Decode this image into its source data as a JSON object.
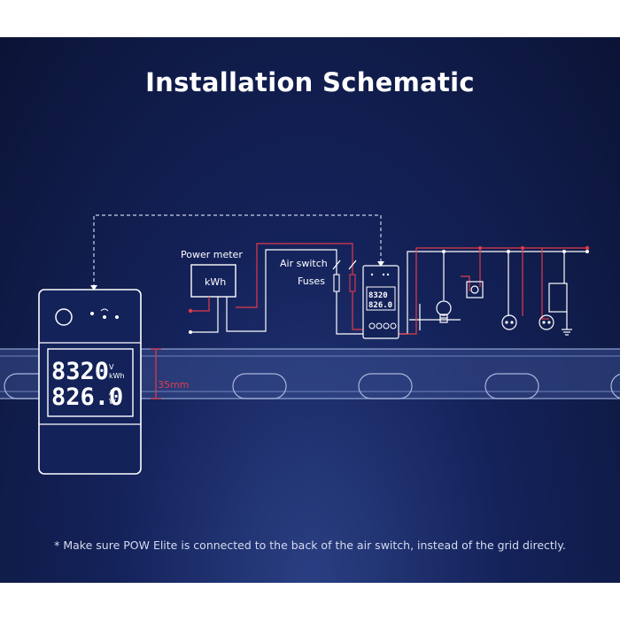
{
  "title": "Installation Schematic",
  "note": "* Make sure POW Elite is connected to the back of the air switch, instead of the grid directly.",
  "labels": {
    "power_meter": "Power meter",
    "kwh": "kWh",
    "air_switch": "Air switch",
    "fuses": "Fuses",
    "rail_height": "35mm"
  },
  "device": {
    "top_reading": "8320",
    "top_unit_1": "V",
    "top_unit_2": "kWh",
    "bottom_reading": "826.0",
    "bottom_unit_1": "A",
    "bottom_unit_2": "W"
  },
  "mini_device": {
    "top_reading": "8320",
    "bottom_reading": "826.0"
  },
  "colors": {
    "background": "#14225a",
    "wire_live": "#e23a4a",
    "wire_neutral": "#ffffff",
    "rail": "#3b4f8f"
  }
}
